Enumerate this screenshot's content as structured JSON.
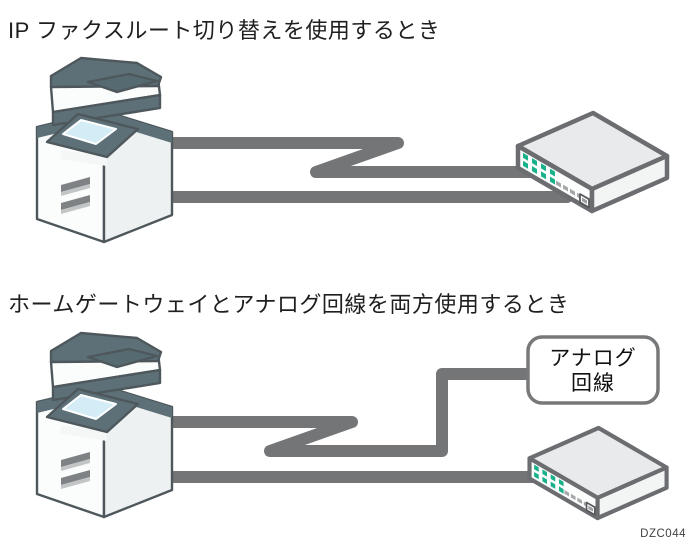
{
  "figure": {
    "code": "DZC044",
    "background": "#ffffff"
  },
  "sections": [
    {
      "id": "ip-fax-route-switching",
      "title": "IP ファクスルート切り替えを使用するとき",
      "devices": [
        {
          "name": "multifunction-printer",
          "type": "mfp"
        },
        {
          "name": "network-hub",
          "type": "hub-router"
        }
      ],
      "connections": [
        {
          "name": "zigzag-cable",
          "from": "multifunction-printer",
          "to": "network-hub"
        },
        {
          "name": "straight-cable",
          "from": "multifunction-printer",
          "to": "network-hub"
        }
      ]
    },
    {
      "id": "home-gateway-and-analog-line",
      "title": "ホームゲートウェイとアナログ回線を両方使用するとき",
      "analog_box": {
        "line1": "アナログ",
        "line2": "回線"
      },
      "devices": [
        {
          "name": "multifunction-printer",
          "type": "mfp"
        },
        {
          "name": "analog-line-box",
          "type": "label-box"
        },
        {
          "name": "network-hub",
          "type": "hub-router"
        }
      ],
      "connections": [
        {
          "name": "zigzag-cable",
          "from": "multifunction-printer",
          "to": "analog-line-box"
        },
        {
          "name": "straight-cable",
          "from": "multifunction-printer",
          "to": "network-hub"
        }
      ]
    }
  ],
  "colors": {
    "cable_gray": "#737577",
    "device_dark_slate": "#5d7077",
    "device_outline": "#4e585c",
    "hub_outline": "#6b6d70",
    "hub_top": "#e9eaeb",
    "led_green": "#19b189",
    "touchscreen_blue": "#d4ecf5",
    "title_text": "#1f1f1f"
  }
}
